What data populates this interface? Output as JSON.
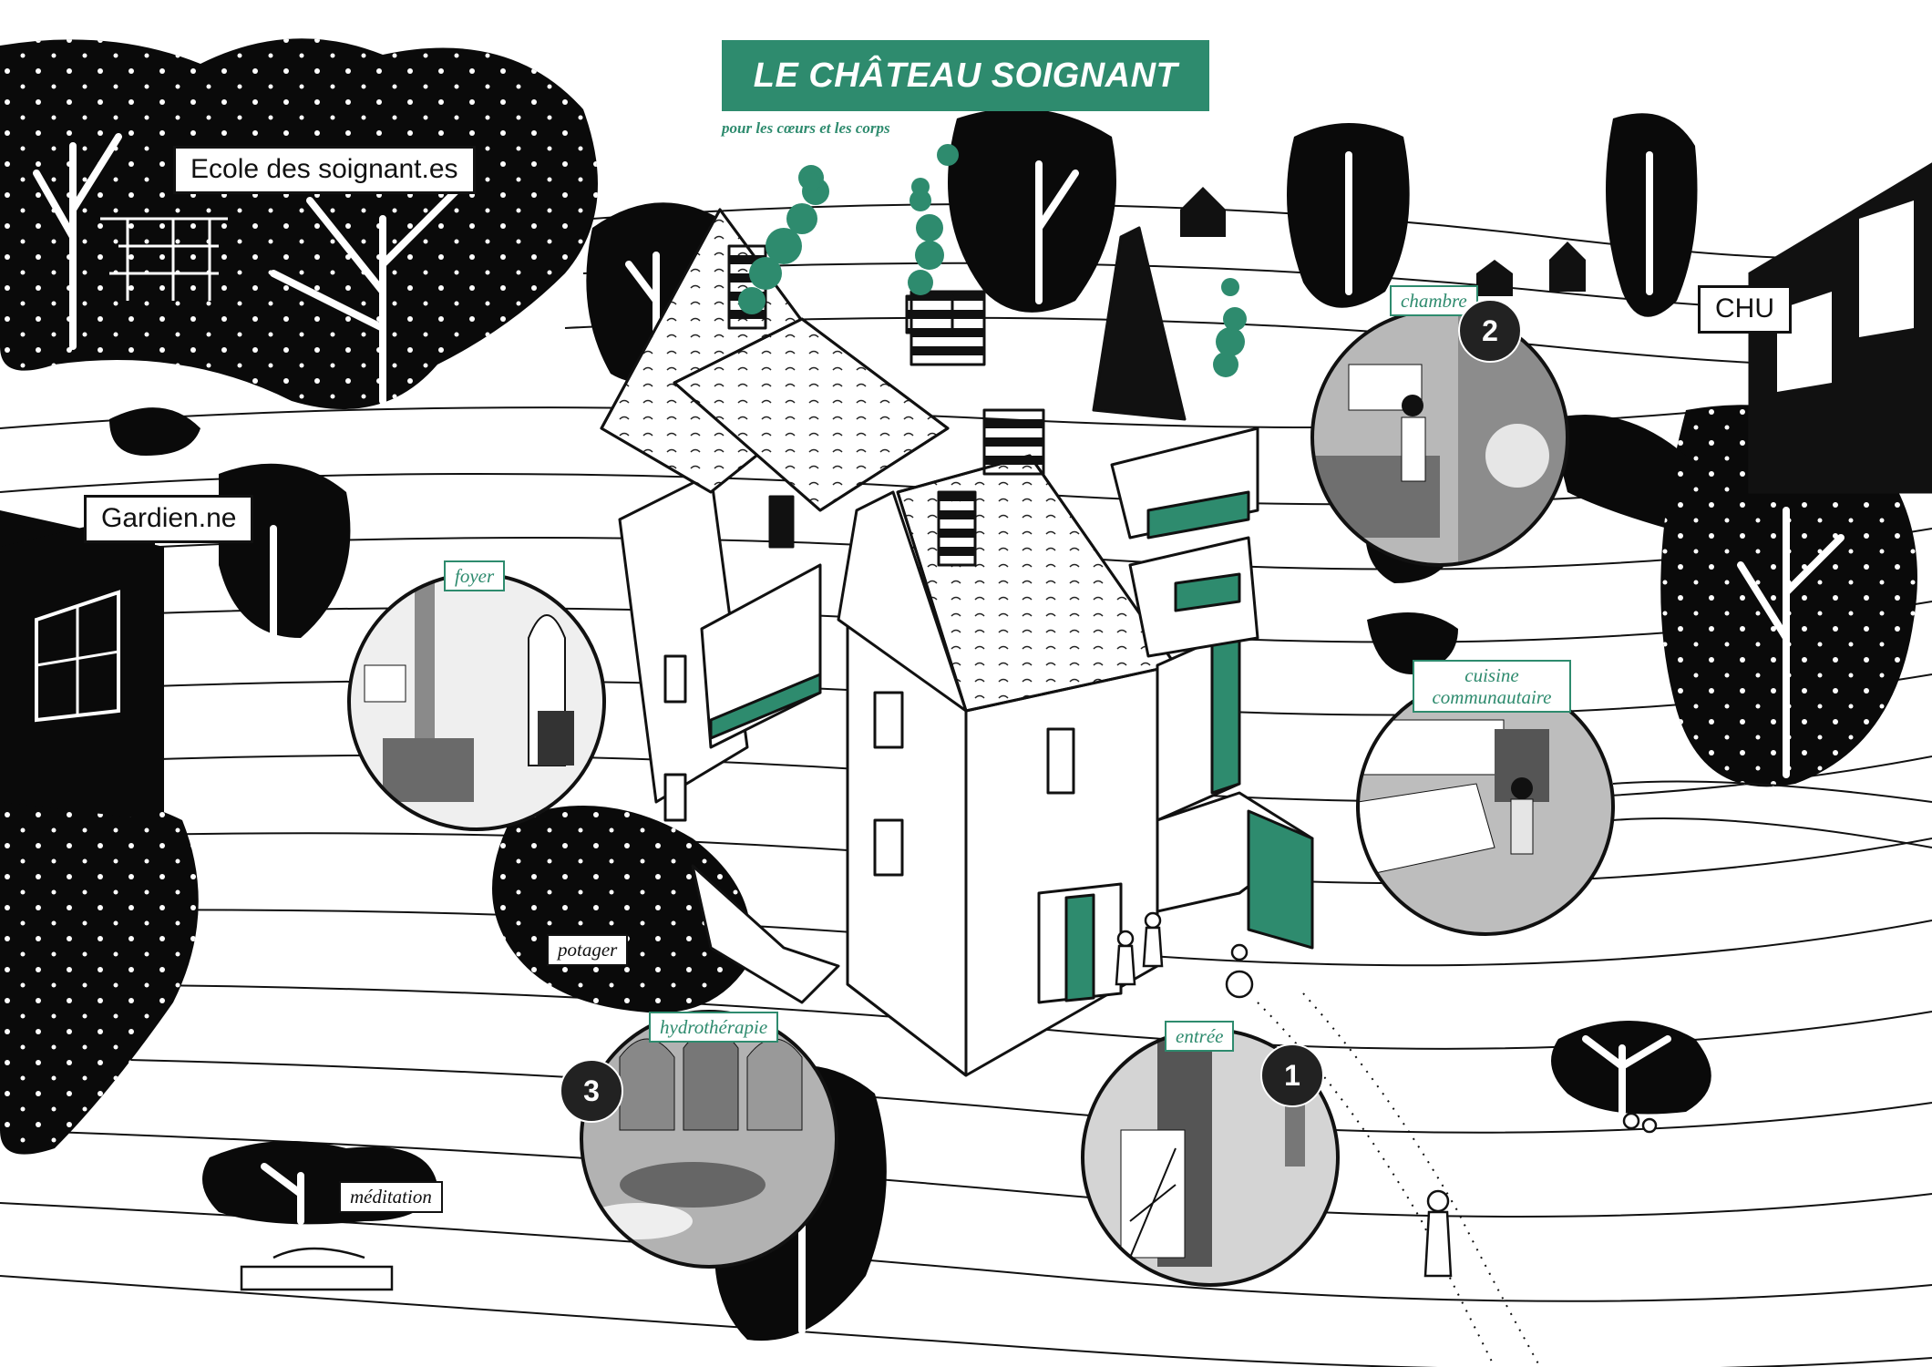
{
  "header": {
    "title": "LE CHÂTEAU SOIGNANT",
    "subtitle": "pour les cœurs et les corps"
  },
  "places": {
    "school": "Ecole des soignant.es",
    "guardian": "Gardien.ne",
    "hospital": "CHU"
  },
  "rooms": {
    "foyer": "foyer",
    "chambre": "chambre",
    "cuisine": "cuisine communautaire",
    "potager": "potager",
    "hydro": "hydrothérapie",
    "entree": "entrée",
    "meditation": "méditation"
  },
  "markers": {
    "one": "1",
    "two": "2",
    "three": "3"
  },
  "colors": {
    "accent": "#2e8b6e",
    "ink": "#111111",
    "paper": "#ffffff",
    "circle_fill": "#9a9a9a"
  }
}
